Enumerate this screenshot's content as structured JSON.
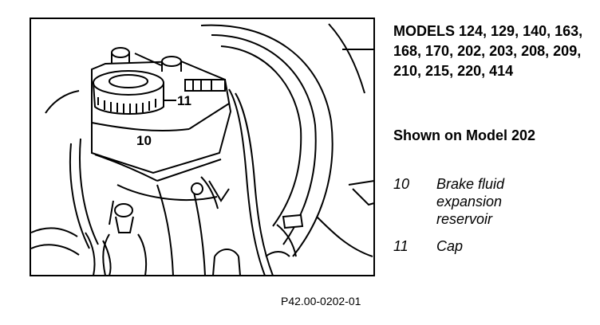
{
  "figure": {
    "models_heading": "MODELS 124, 129, 140, 163, 168, 170, 202, 203, 208, 209, 210, 215, 220, 414",
    "shown_on": "Shown on Model 202",
    "figure_id": "P42.00-0202-01",
    "callouts": [
      {
        "number": "10",
        "description": "Brake fluid expansion reservoir"
      },
      {
        "number": "11",
        "description": "Cap"
      }
    ]
  }
}
